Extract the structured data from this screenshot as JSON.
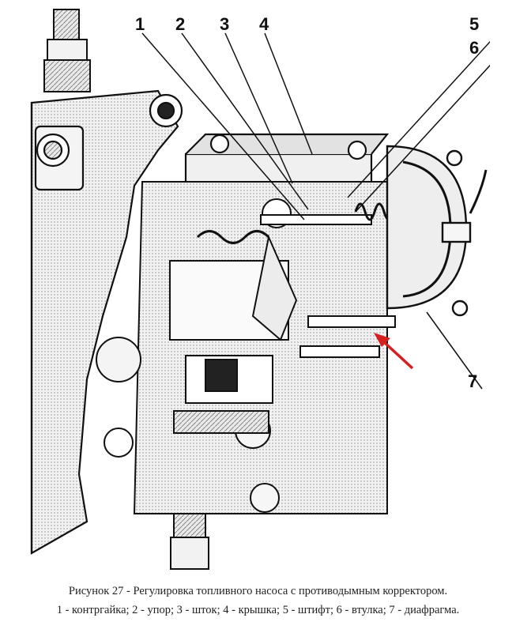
{
  "callouts": [
    {
      "number": "1",
      "label": "контргайка"
    },
    {
      "number": "2",
      "label": "упор"
    },
    {
      "number": "3",
      "label": "шток"
    },
    {
      "number": "4",
      "label": "крышка"
    },
    {
      "number": "5",
      "label": "штифт"
    },
    {
      "number": "6",
      "label": "втулка"
    },
    {
      "number": "7",
      "label": "диафрагма"
    }
  ],
  "caption": "Рисунок 27 - Регулировка топливного насоса с противодымным корректором.",
  "legend": "1 - контргайка; 2 - упор; 3 - шток; 4 - крышка; 5 - штифт; 6 - втулка; 7 - диафрагма.",
  "colors": {
    "arrow": "#d42020",
    "ink": "#111111",
    "paper": "#ffffff",
    "shade": "#cfcfcf"
  }
}
